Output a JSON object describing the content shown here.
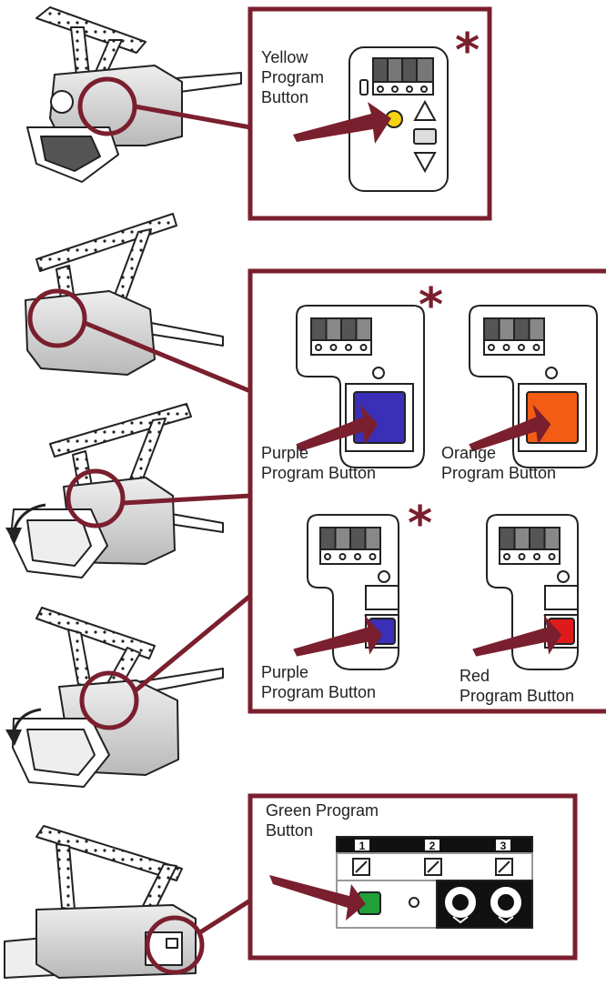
{
  "accent_color": "#7a1f2e",
  "panels": [
    {
      "id": "top",
      "label": "Yellow\nProgram\nButton",
      "button_color": "#f5d312"
    },
    {
      "id": "middle",
      "buttons": [
        {
          "label": "Purple\nProgram Button",
          "color": "#3b2fb8"
        },
        {
          "label": "Orange\nProgram Button",
          "color": "#f25c14"
        },
        {
          "label": "Purple\nProgram Button",
          "color": "#3b2fb8"
        },
        {
          "label": "Red\nProgram Button",
          "color": "#e01a1a"
        }
      ]
    },
    {
      "id": "bottom",
      "label": "Green Program\nButton",
      "button_color": "#1fa03a",
      "dip_labels": [
        "1",
        "2",
        "3"
      ]
    }
  ],
  "asterisk": "*"
}
